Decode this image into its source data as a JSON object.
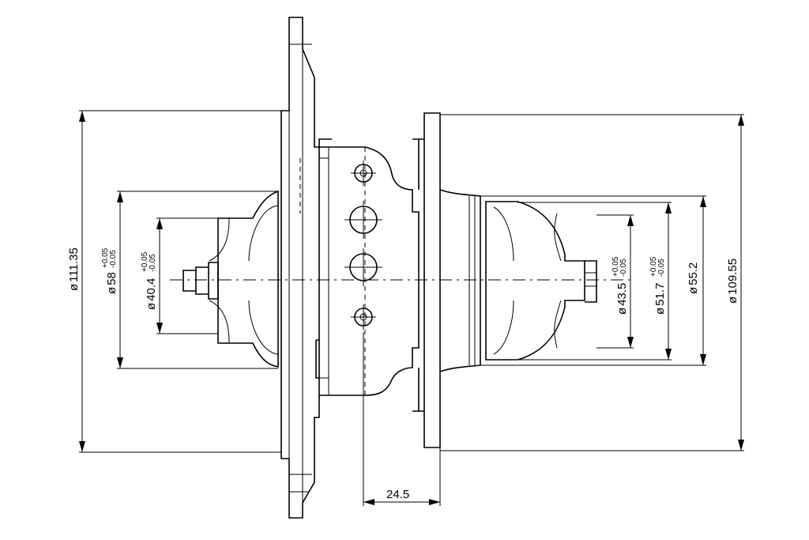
{
  "drawing": {
    "dimensions": {
      "d111": {
        "symbol": "ø",
        "value": "111.35",
        "upper": "",
        "lower": ""
      },
      "d58": {
        "symbol": "ø",
        "value": "58",
        "upper": "+0.05",
        "lower": "-0.05"
      },
      "d40": {
        "symbol": "ø",
        "value": "40.4",
        "upper": "+0.05",
        "lower": "-0.05"
      },
      "d43": {
        "symbol": "ø",
        "value": "43.5",
        "upper": "+0.05",
        "lower": "-0.05"
      },
      "d51": {
        "symbol": "ø",
        "value": "51.7",
        "upper": "+0.05",
        "lower": "-0.05"
      },
      "d55": {
        "symbol": "ø",
        "value": "55.2",
        "upper": "",
        "lower": ""
      },
      "d109": {
        "symbol": "ø",
        "value": "109.55",
        "upper": "",
        "lower": ""
      },
      "len24": {
        "symbol": "",
        "value": "24.5",
        "upper": "",
        "lower": ""
      }
    }
  }
}
